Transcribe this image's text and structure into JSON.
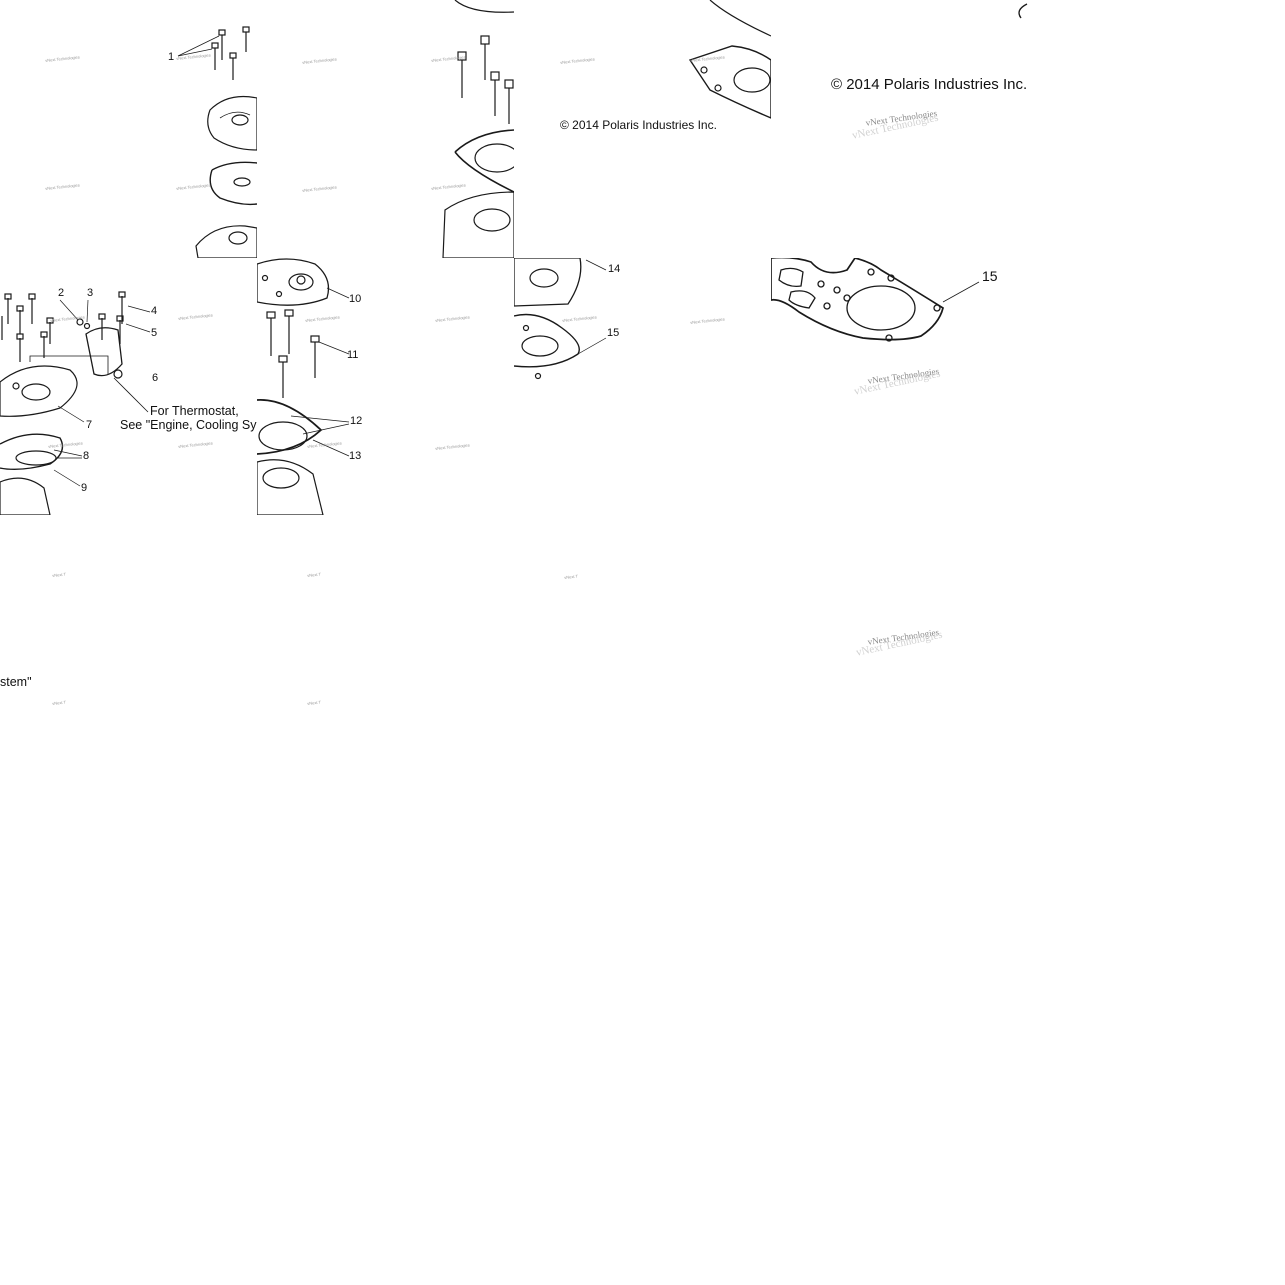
{
  "watermark": "vNext Technologies",
  "watermark_short": "vNext T",
  "copyright": "© 2014 Polaris Industries Inc.",
  "callouts": [
    "1",
    "2",
    "3",
    "4",
    "5",
    "6",
    "7",
    "8",
    "9",
    "10",
    "11",
    "12",
    "13",
    "14",
    "15"
  ],
  "note": {
    "line1": "For Thermostat,",
    "line2_partial": "See \"Engine, Cooling Sy",
    "line2_tail": "stem\""
  },
  "colors": {
    "line": "#1a1a1a",
    "watermark": "#8a8a8a",
    "background": "#ffffff"
  }
}
